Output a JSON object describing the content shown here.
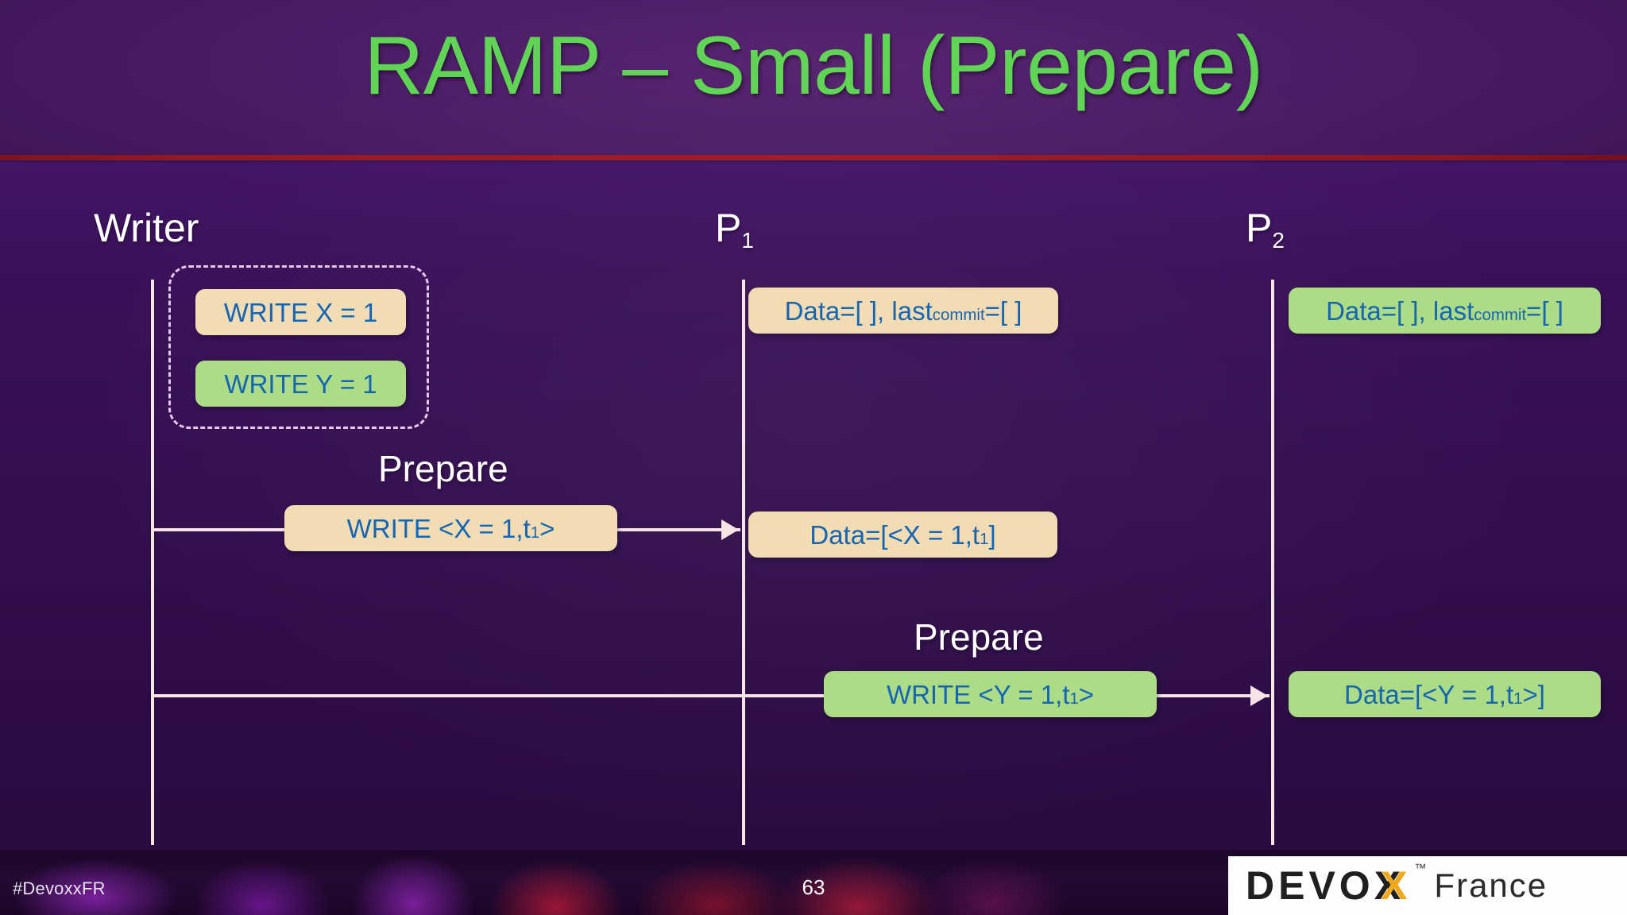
{
  "slide": {
    "title": "RAMP – Small (Prepare)",
    "title_color": "#5fd455",
    "background_color": "#3a1159",
    "divider_color": "#a01d29"
  },
  "lifelines": [
    {
      "name": "writer",
      "label": "Writer",
      "sub": ""
    },
    {
      "name": "p1",
      "label": "P",
      "sub": "1"
    },
    {
      "name": "p2",
      "label": "P",
      "sub": "2"
    }
  ],
  "transaction": {
    "operations": [
      {
        "text": "WRITE X = 1",
        "color": "#f2dcb3"
      },
      {
        "text": "WRITE Y = 1",
        "color": "#addc86"
      }
    ]
  },
  "states": {
    "p1_initial_prefix": "Data=[ ], last",
    "p1_initial_sub": "commit",
    "p1_initial_suffix": "=[ ]",
    "p2_initial_prefix": "Data=[ ], last",
    "p2_initial_sub": "commit",
    "p2_initial_suffix": "=[ ]",
    "p1_after_prefix": "Data=[<X = 1,t",
    "p1_after_sub": "1",
    "p1_after_suffix": "]",
    "p2_after_prefix": "Data=[<Y = 1,t",
    "p2_after_sub": "1",
    "p2_after_suffix": ">]"
  },
  "messages": [
    {
      "name": "prepare-x",
      "label": "Prepare",
      "payload_prefix": "WRITE <X = 1,t",
      "payload_sub": "1",
      "payload_suffix": ">",
      "color": "#f2dcb3"
    },
    {
      "name": "prepare-y",
      "label": "Prepare",
      "payload_prefix": "WRITE <Y = 1,t",
      "payload_sub": "1",
      "payload_suffix": ">",
      "color": "#addc86"
    }
  ],
  "footer": {
    "hashtag": "#DevoxxFR",
    "page_number": "63",
    "logo_main": "DEVOX",
    "logo_x": "X",
    "logo_tm": "™",
    "logo_suffix": "France"
  }
}
